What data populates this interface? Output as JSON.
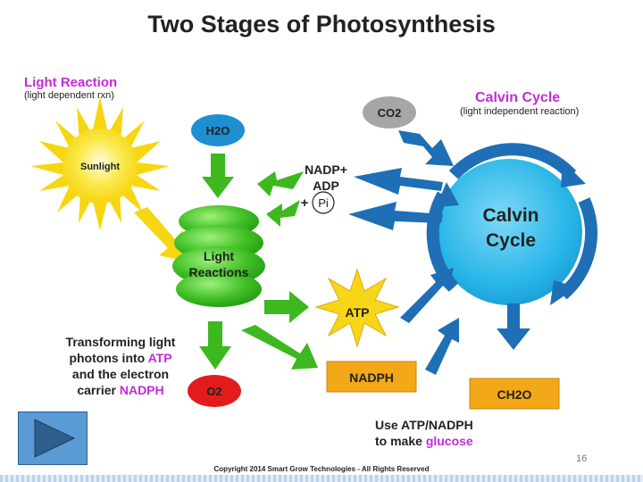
{
  "title": "Two Stages of Photosynthesis",
  "light_reaction": {
    "title": "Light Reaction",
    "subtitle": "(light dependent rxn)",
    "sunlight": "Sunlight",
    "h2o": "H2O",
    "o2": "O2",
    "reactions_line1": "Light",
    "reactions_line2": "Reactions"
  },
  "calvin": {
    "title": "Calvin Cycle",
    "subtitle": "(light independent reaction)",
    "co2": "CO2",
    "cycle_line1": "Calvin",
    "cycle_line2": "Cycle",
    "ch2o": "CH2O"
  },
  "inputs": {
    "nadp": "NADP+",
    "adp": "ADP",
    "plus": "+",
    "pi": "Pi"
  },
  "products": {
    "atp": "ATP",
    "nadph": "NADPH"
  },
  "transform_text": {
    "line1": "Transforming light",
    "line2a": "photons into ",
    "line2b": "ATP",
    "line3": "and the electron",
    "line4a": "carrier ",
    "line4b": "NADPH"
  },
  "use_text": {
    "line1": "Use ATP/NADPH",
    "line2a": "to make ",
    "line2b": "glucose"
  },
  "copyright": "Copyright 2014 Smart Grow Technologies - All Rights Reserved",
  "page_number": "16",
  "colors": {
    "green": "#3db81f",
    "blue": "#1e6fb5",
    "light_blue": "#29b6e8",
    "yellow": "#f6d610",
    "orange": "#f2a817",
    "magenta": "#c32bd6",
    "red": "#e21c1c",
    "gray": "#a6a6a6"
  }
}
